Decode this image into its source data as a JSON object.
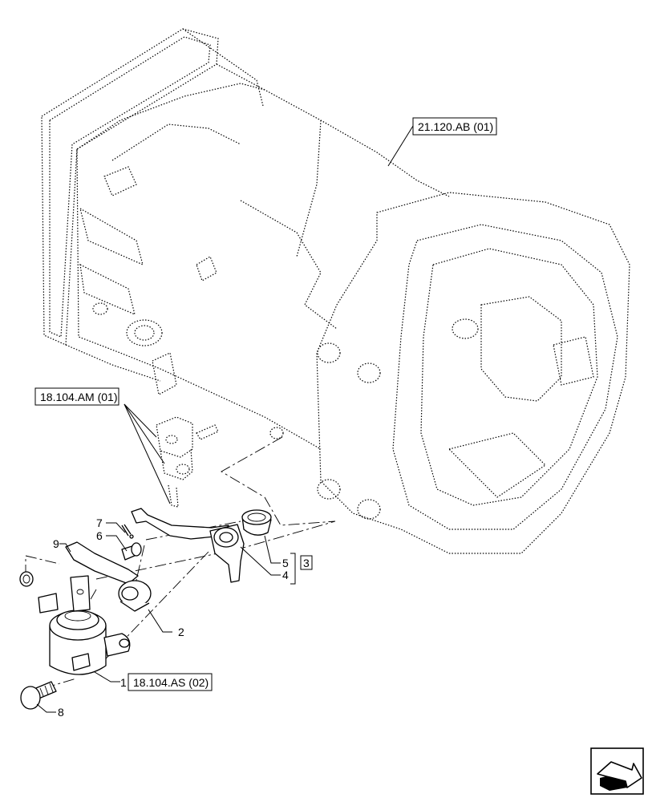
{
  "diagram": {
    "references": {
      "transmission_housing": "21.120.AB (01)",
      "valve_group": "18.104.AM (01)",
      "cylinder": "18.104.AS (02)"
    },
    "callouts": {
      "c1": "1",
      "c2": "2",
      "c3": "3",
      "c4": "4",
      "c5": "5",
      "c6": "6",
      "c7": "7",
      "c8": "8",
      "c9": "9"
    },
    "nav_icon": "next-page-arrow-icon"
  }
}
